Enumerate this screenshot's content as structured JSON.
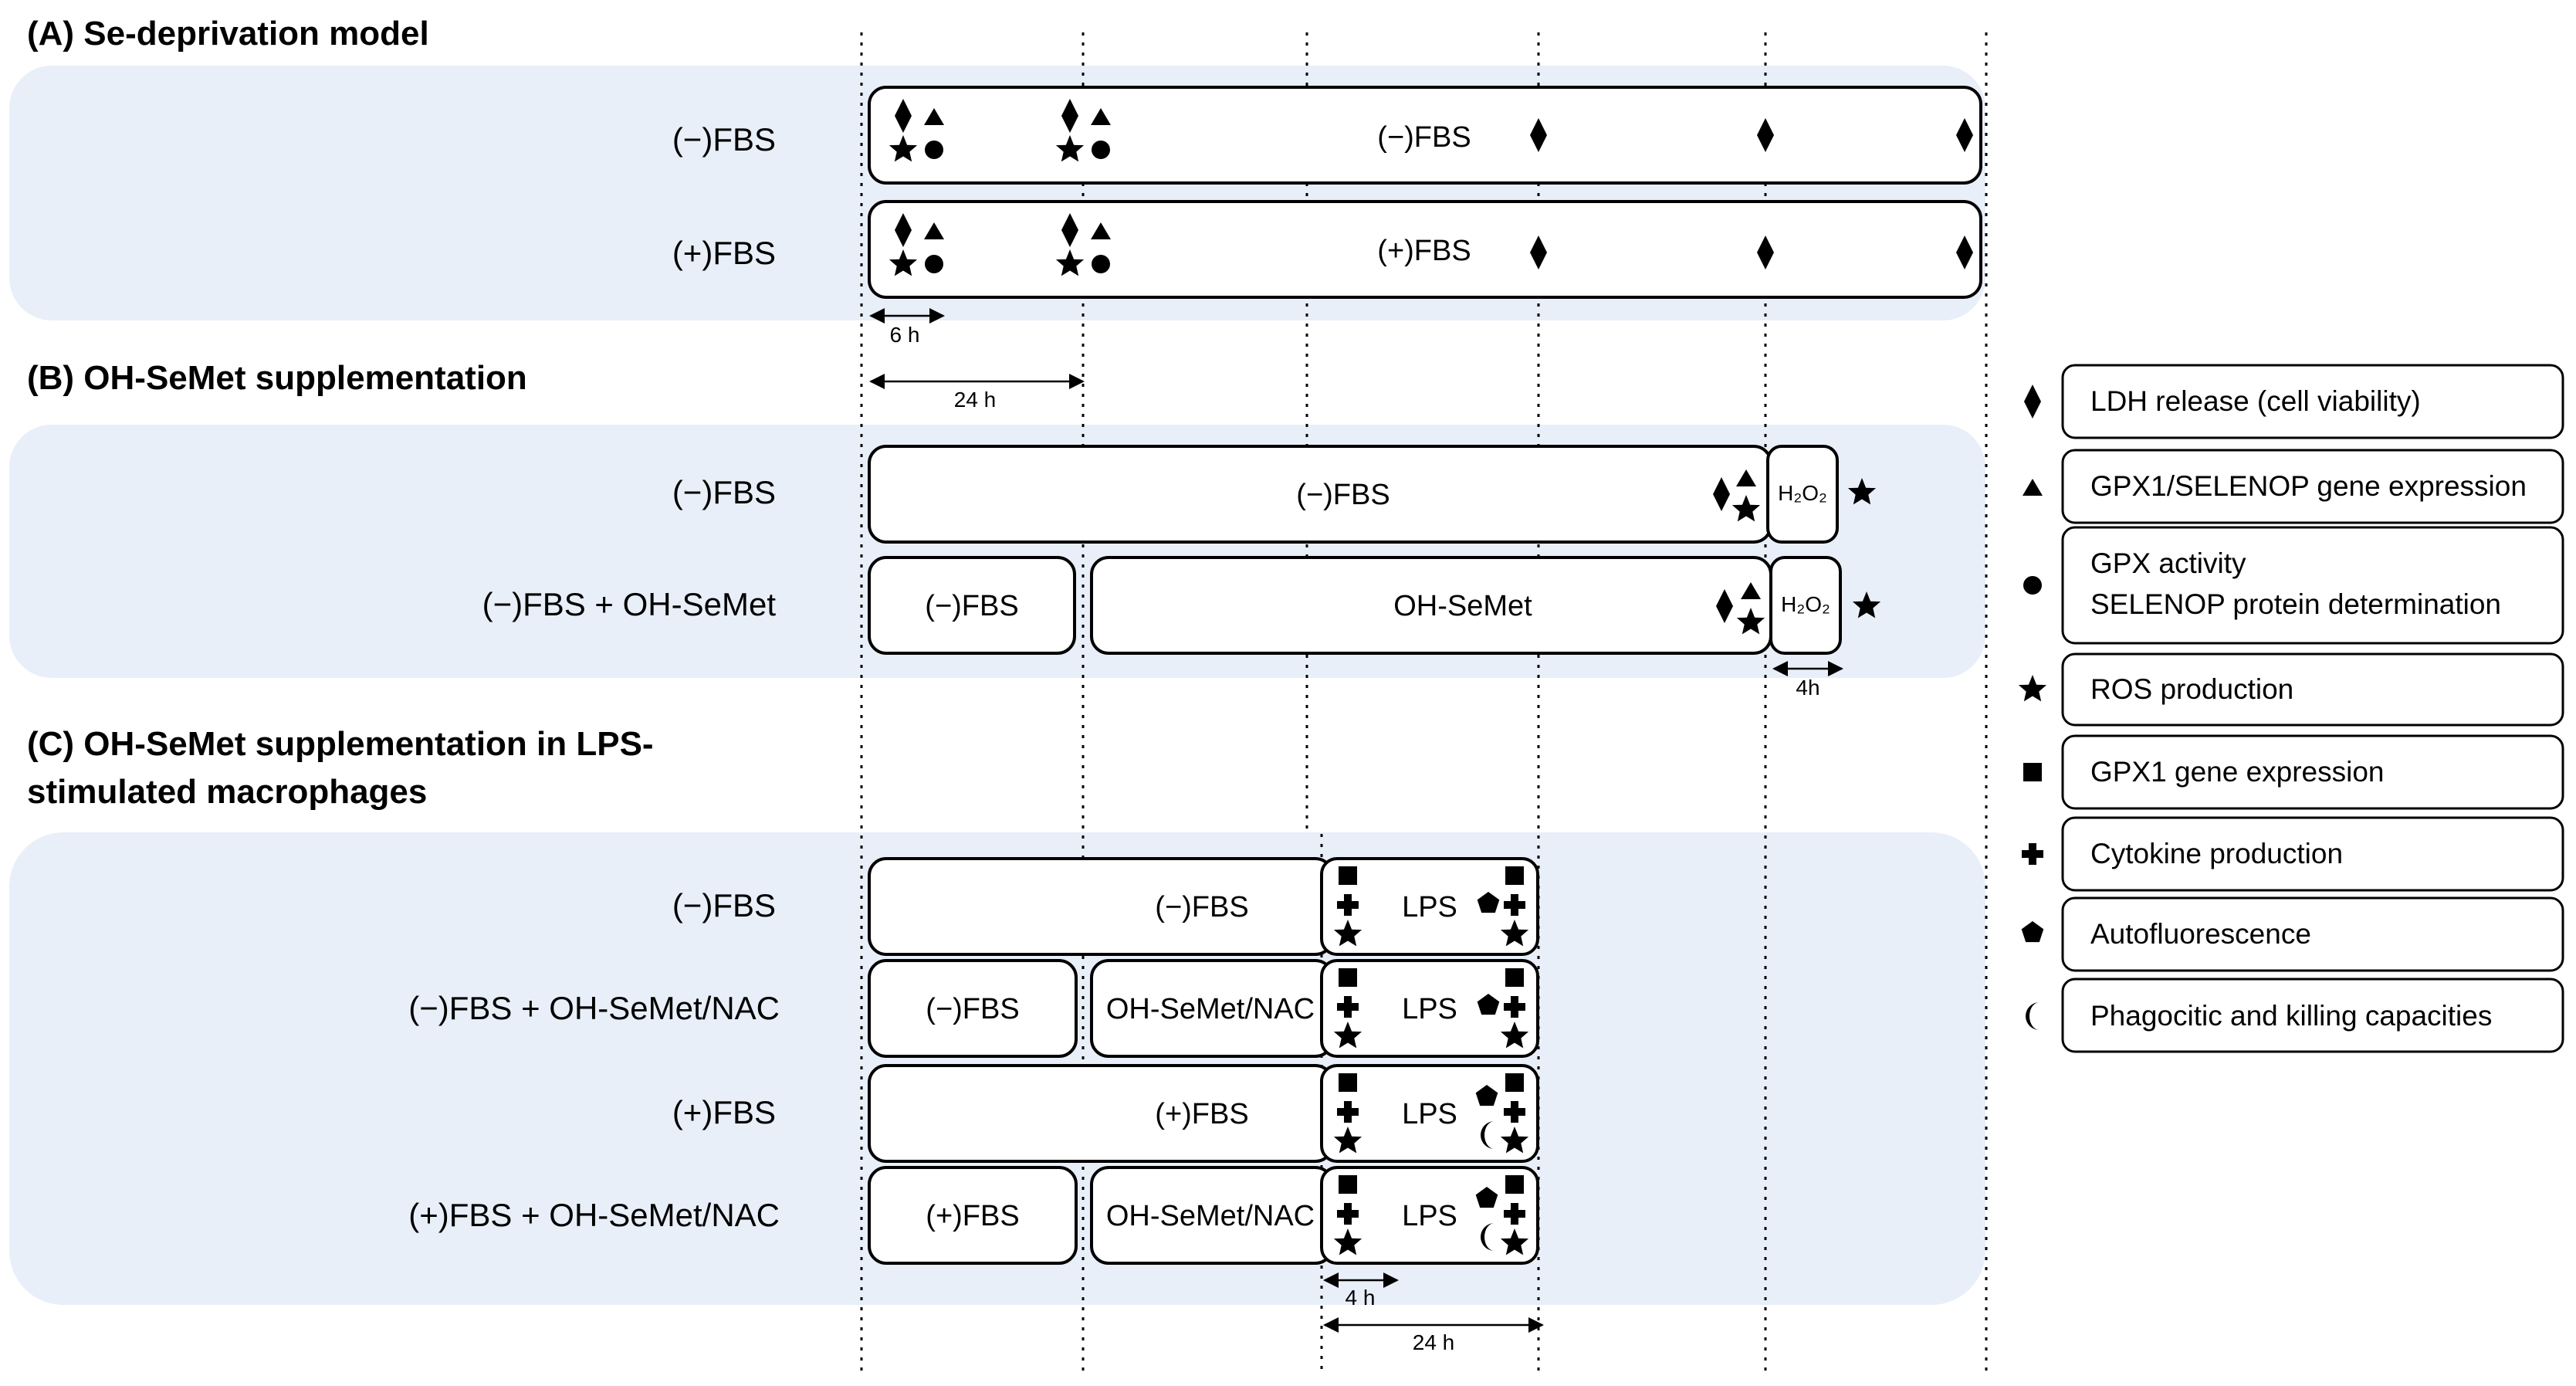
{
  "panels": {
    "a": {
      "title": "(A) Se-deprivation model",
      "rows": [
        {
          "label": "(−)FBS",
          "box": "(−)FBS"
        },
        {
          "label": "(+)FBS",
          "box": "(+)FBS"
        }
      ],
      "interval_6h": "6 h",
      "interval_24h": "24 h"
    },
    "b": {
      "title": "(B) OH-SeMet supplementation",
      "rows": [
        {
          "label": "(−)FBS",
          "box": "(−)FBS"
        },
        {
          "label": "(−)FBS + OH-SeMet",
          "box_first": "(−)FBS",
          "box": "OH-SeMet"
        }
      ],
      "h2o2": "H₂O₂",
      "interval_4h": "4h"
    },
    "c": {
      "title_line1": "(C) OH-SeMet supplementation in LPS-",
      "title_line2": "stimulated macrophages",
      "rows": [
        {
          "label": "(−)FBS",
          "box": "(−)FBS",
          "lps": "LPS"
        },
        {
          "label": "(−)FBS + OH-SeMet/NAC",
          "box_first": "(−)FBS",
          "box": "OH-SeMet/NAC",
          "lps": "LPS"
        },
        {
          "label": "(+)FBS",
          "box": "(+)FBS",
          "lps": "LPS"
        },
        {
          "label": "(+)FBS + OH-SeMet/NAC",
          "box_first": "(+)FBS",
          "box": "OH-SeMet/NAC",
          "lps": "LPS"
        }
      ],
      "interval_4h": "4 h",
      "interval_24h": "24 h"
    }
  },
  "legend": [
    {
      "icon": "diamond-icon",
      "lines": [
        "LDH release (cell viability)"
      ]
    },
    {
      "icon": "triangle-icon",
      "lines": [
        "GPX1/SELENOP gene expression"
      ]
    },
    {
      "icon": "circle-icon",
      "lines": [
        "GPX activity",
        "SELENOP protein determination"
      ]
    },
    {
      "icon": "star-icon",
      "lines": [
        "ROS production"
      ]
    },
    {
      "icon": "square-icon",
      "lines": [
        "GPX1 gene expression"
      ]
    },
    {
      "icon": "cross-icon",
      "lines": [
        "Cytokine production"
      ]
    },
    {
      "icon": "pentagon-icon",
      "lines": [
        "Autofluorescence"
      ]
    },
    {
      "icon": "crescent-icon",
      "lines": [
        "Phagocitic and killing capacities"
      ]
    }
  ],
  "colors": {
    "panel_background": "#e8eff8",
    "box_fill": "#ffffff",
    "stroke": "#000000"
  }
}
